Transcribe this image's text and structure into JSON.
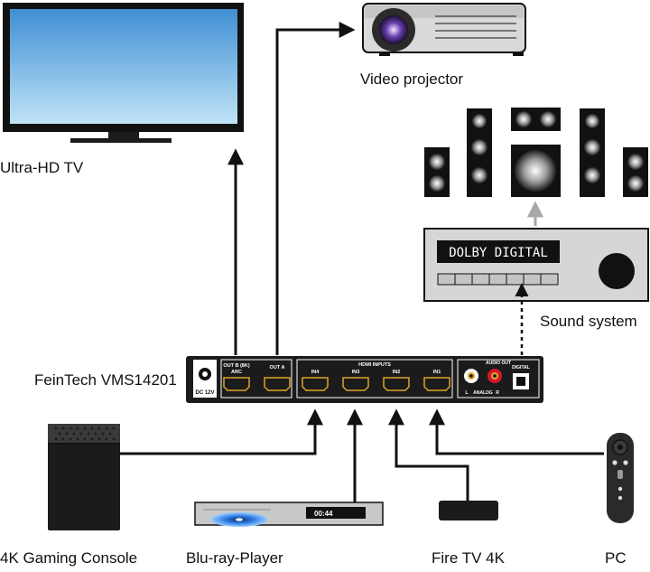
{
  "labels": {
    "tv": "Ultra-HD TV",
    "projector": "Video projector",
    "sound_system": "Sound system",
    "switch": "FeinTech VMS14201",
    "console": "4K Gaming Console",
    "bluray": "Blu-ray-Player",
    "firetv": "Fire TV 4K",
    "pc": "PC"
  },
  "switch_panel": {
    "dc": "DC 12V",
    "out_b": "OUT B (8K)",
    "arc": "ARC",
    "out_a": "OUT A",
    "hdmi_inputs": "HDMI INPUTS",
    "in4": "IN4",
    "in3": "IN3",
    "in2": "IN2",
    "in1": "IN1",
    "audio_out": "AUDIO OUT",
    "l": "L",
    "analog": "ANALOG",
    "r": "R",
    "digital": "DIGITAL"
  },
  "receiver_display": "DOLBY DIGITAL",
  "bluray_display": "00:44",
  "colors": {
    "line": "#111111",
    "device_body": "#c8c8c8",
    "device_dark": "#1b1b1b",
    "screen_top": "#3f8fd2",
    "screen_bottom": "#bfe3f6",
    "gray_arrow": "#a8a8a8",
    "rca_white": "#ffffff",
    "rca_red": "#d3172b",
    "hdmi_port": "#e0a326"
  }
}
